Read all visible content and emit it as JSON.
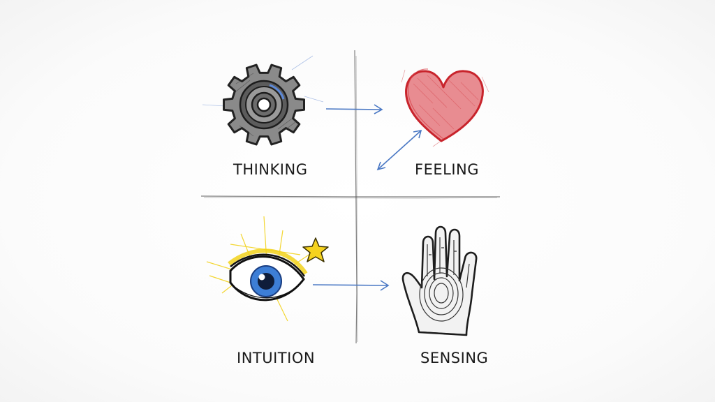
{
  "quadrants": [
    {
      "id": "thinking",
      "label": "THINKING",
      "icon": "gear-icon"
    },
    {
      "id": "feeling",
      "label": "FEELING",
      "icon": "heart-icon"
    },
    {
      "id": "intuition",
      "label": "INTUITION",
      "icon": "eye-icon"
    },
    {
      "id": "sensing",
      "label": "SENSING",
      "icon": "hand-icon"
    }
  ],
  "colors": {
    "ink": "#2b2b2b",
    "arrow": "#4a78c4",
    "heart": "#e0474c",
    "glow": "#f2d21b",
    "iris": "#3d7ed6"
  }
}
